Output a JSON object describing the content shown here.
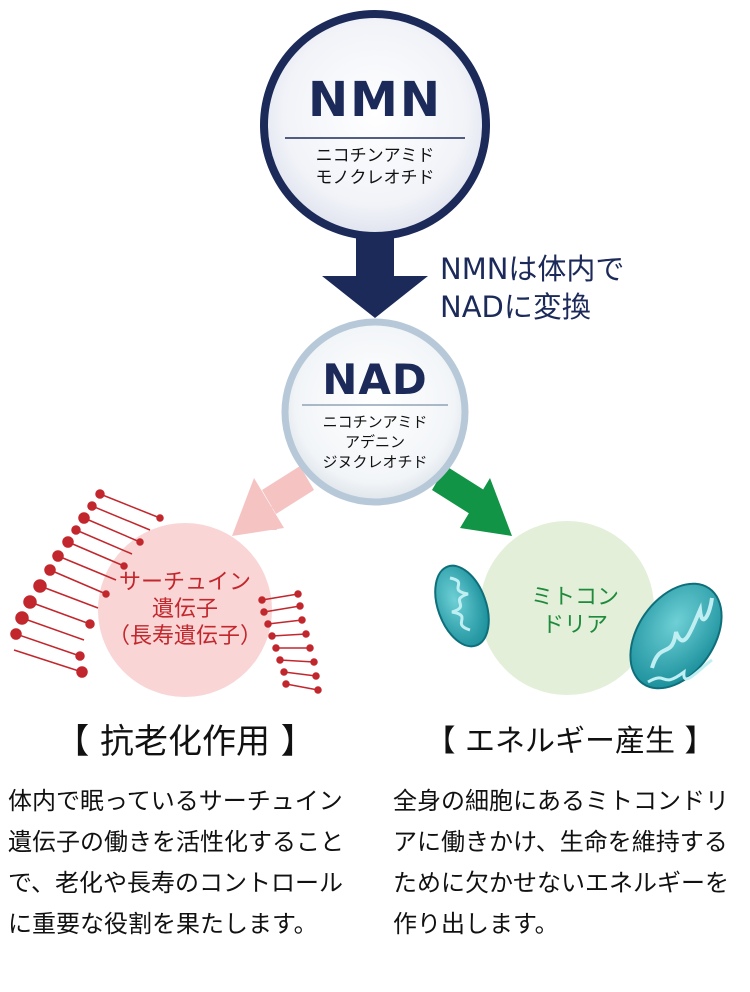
{
  "nmn": {
    "title": "NMN",
    "subtitle_line1": "ニコチンアミド",
    "subtitle_line2": "モノクレオチド"
  },
  "conversion": {
    "line1": "NMNは体内で",
    "line2": "NADに変換"
  },
  "nad": {
    "title": "NAD",
    "subtitle_line1": "ニコチンアミド",
    "subtitle_line2": "アデニン",
    "subtitle_line3": "ジヌクレオチド"
  },
  "sirtuin": {
    "line1": "サーチュイン",
    "line2": "遺伝子",
    "line3": "（長寿遺伝子）"
  },
  "mitochondria": {
    "line1": "ミトコン",
    "line2": "ドリア"
  },
  "left_section": {
    "heading": "【 抗老化作用 】",
    "body": "体内で眠っているサーチュイン遺伝子の働きを活性化することで、老化や長寿のコントロールに重要な役割を果たします。"
  },
  "right_section": {
    "heading": "【 エネルギー産生 】",
    "body": "全身の細胞にあるミトコンドリアに働きかけ、生命を維持するために欠かせないエネルギーを作り出します。"
  },
  "colors": {
    "navy": "#1c2a5a",
    "light_blue_ring": "#b7c9d8",
    "sirtuin_pink": "#f9d5d5",
    "sirtuin_red": "#c2272d",
    "mito_green_circle": "#e3efd9",
    "mito_green_text": "#1e8a3c",
    "green_arrow": "#129446",
    "mito_teal": "#2aa7b3"
  }
}
